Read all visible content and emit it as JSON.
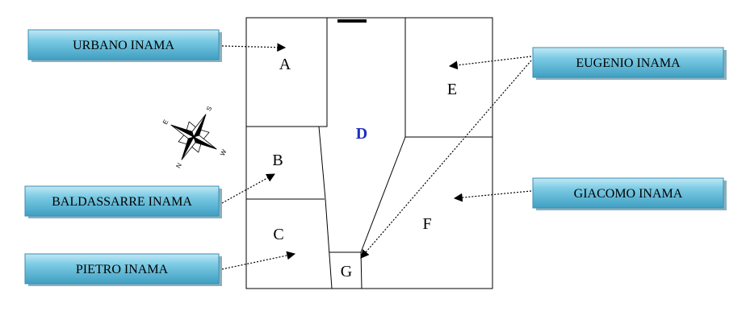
{
  "owners": {
    "urbano": "URBANO INAMA",
    "baldassarre": "BALDASSARRE INAMA",
    "pietro": "PIETRO INAMA",
    "eugenio": "EUGENIO INAMA",
    "giacomo": "GIACOMO INAMA"
  },
  "lots": {
    "a": "A",
    "b": "B",
    "c": "C",
    "d": "D",
    "e": "E",
    "f": "F",
    "g": "G"
  },
  "compass": {
    "n": "N",
    "e": "E",
    "s": "S",
    "w": "W"
  },
  "colors": {
    "label_box": "#5fb8d6",
    "label_box_light": "#a8dcee",
    "lot_d_text": "#1f2fbf"
  }
}
